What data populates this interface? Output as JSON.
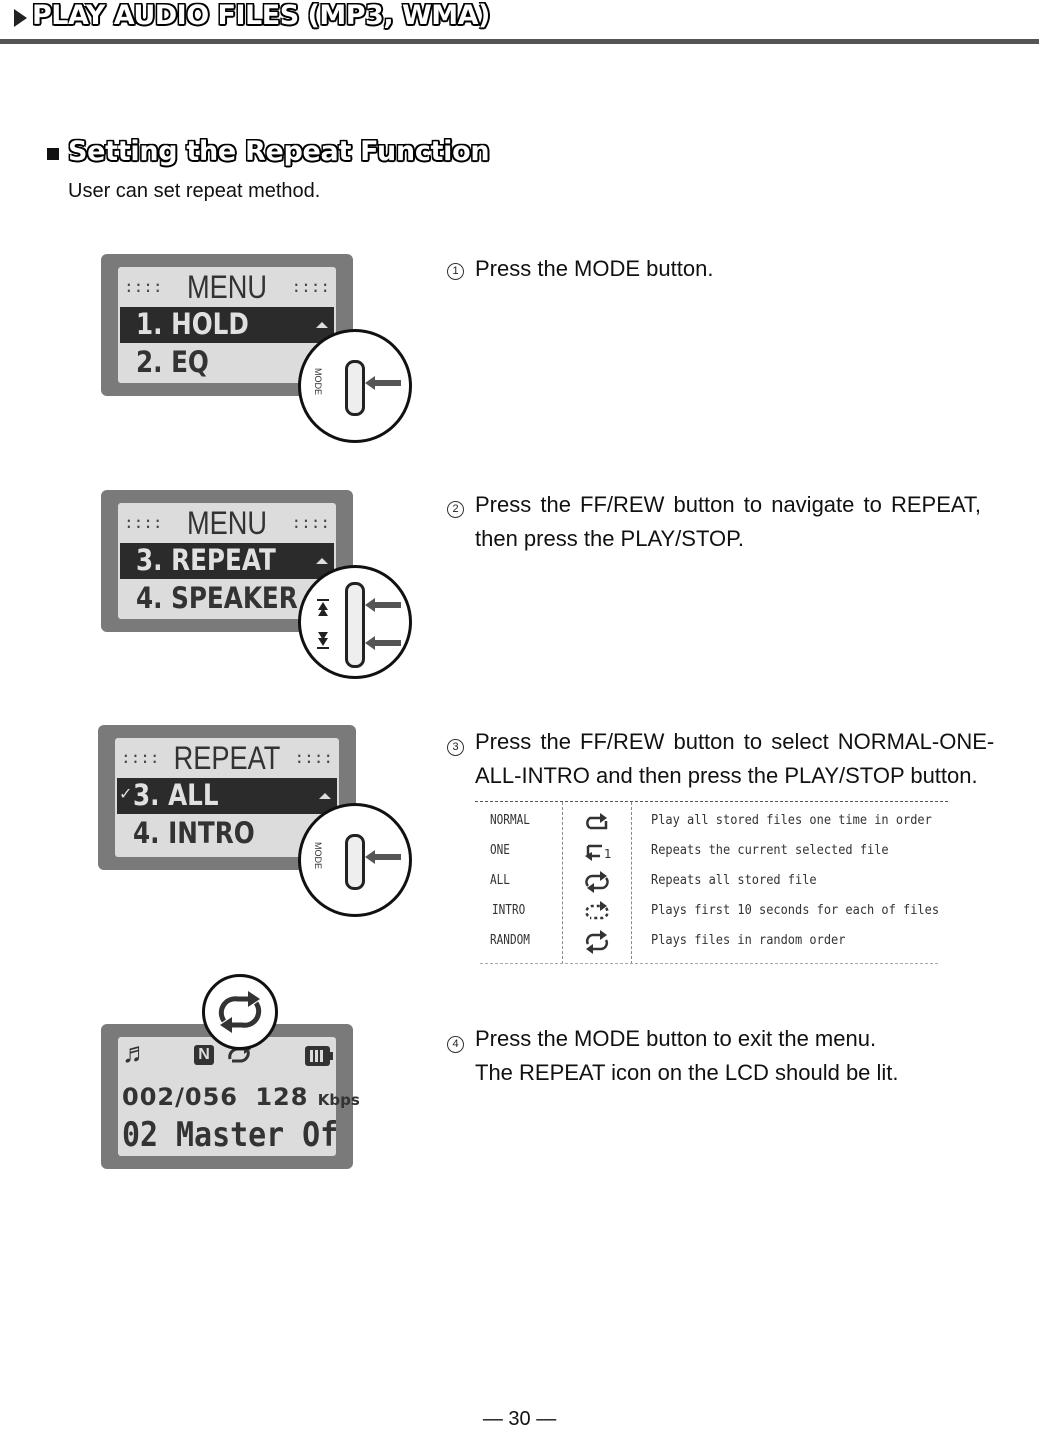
{
  "header": {
    "title": "PLAY AUDIO FILES (MP3, WMA)"
  },
  "section": {
    "title": "Setting the Repeat Function",
    "subtitle": "User can set repeat method."
  },
  "screens": [
    {
      "header": "MENU",
      "selected": "1. HOLD",
      "next": "2. EQ",
      "button": "MODE"
    },
    {
      "header": "MENU",
      "selected": "3. REPEAT",
      "next": "4. SPEAKER"
    },
    {
      "header": "REPEAT",
      "selected": "3. ALL",
      "next": "4. INTRO",
      "button": "MODE",
      "check": "✓"
    },
    {
      "track": "002/056",
      "bitrate": "128",
      "bitrate_unit": "Kbps",
      "title": "02 Master Of",
      "n_badge": "N",
      "note_icon": "♬"
    }
  ],
  "steps": [
    {
      "num": "1",
      "line1": "Press the MODE button.",
      "line2": ""
    },
    {
      "num": "2",
      "line1": "Press the FF/REW button to navigate to REPEAT,",
      "line2": "then press the PLAY/STOP."
    },
    {
      "num": "3",
      "line1": "Press the FF/REW button to select NORMAL-ONE-",
      "line2": "ALL-INTRO and then press the PLAY/STOP button."
    },
    {
      "num": "4",
      "line1": "Press the MODE button to exit the menu.",
      "line2": "The REPEAT icon on the LCD should be lit."
    }
  ],
  "modes": [
    {
      "name": "NORMAL",
      "icon": "normal-repeat-icon",
      "desc": "Play all stored files one time in order"
    },
    {
      "name": "ONE",
      "icon": "repeat-one-icon",
      "desc": "Repeats the current selected file"
    },
    {
      "name": "ALL",
      "icon": "repeat-all-icon",
      "desc": "Repeats all stored file"
    },
    {
      "name": "INTRO",
      "icon": "intro-icon",
      "desc": "Plays first 10 seconds for each of files"
    },
    {
      "name": "RANDOM",
      "icon": "random-icon",
      "desc": "Plays files in random order"
    }
  ],
  "repeat_one_mark": "1",
  "page_number": "30",
  "footer_dash": "—"
}
